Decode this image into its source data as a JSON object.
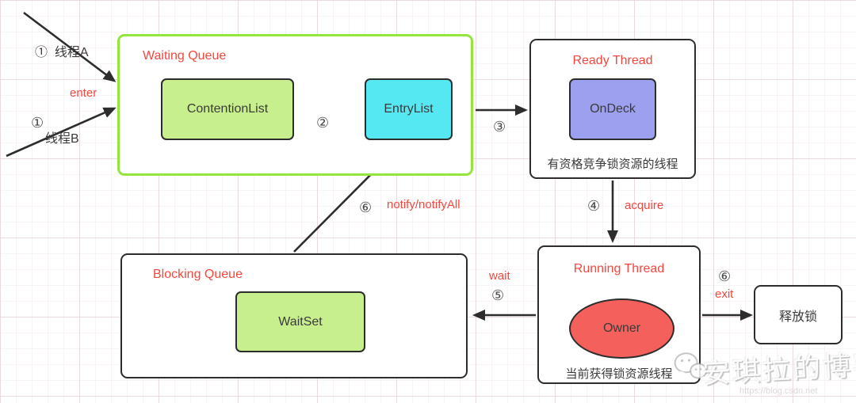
{
  "left_flow": {
    "thread_a_step": "①",
    "thread_a": "线程A",
    "enter": "enter",
    "thread_b_step": "①",
    "thread_b": "线程B"
  },
  "waiting_queue": {
    "title": "Waiting Queue",
    "contention_list": "ContentionList",
    "entry_list": "EntryList"
  },
  "ready_thread": {
    "title": "Ready Thread",
    "ondeck": "OnDeck",
    "caption": "有资格竞争锁资源的线程"
  },
  "running_thread": {
    "title": "Running Thread",
    "owner": "Owner",
    "caption": "当前获得锁资源线程"
  },
  "blocking_queue": {
    "title": "Blocking Queue",
    "wait_set": "WaitSet"
  },
  "release_box": {
    "label": "释放锁"
  },
  "steps": {
    "s2": "②",
    "s3": "③",
    "s4": "④",
    "s5": "⑤",
    "s6_notify": "⑥",
    "s6_exit": "⑥"
  },
  "flow_labels": {
    "acquire": "acquire",
    "wait": "wait",
    "exit": "exit",
    "notify": "notify/notifyAll"
  },
  "watermark": {
    "blog_name": "安琪拉的博客",
    "url": "https://blog.csdn.net"
  },
  "colors": {
    "red_label": "#f5463d",
    "ink": "#2d2d2d",
    "waiting_queue_border": "#94e63c",
    "green_fill": "#c8ef8e",
    "cyan_fill": "#55e8f2",
    "purple_fill": "#9da0ef",
    "owner_fill": "#f4615c"
  }
}
